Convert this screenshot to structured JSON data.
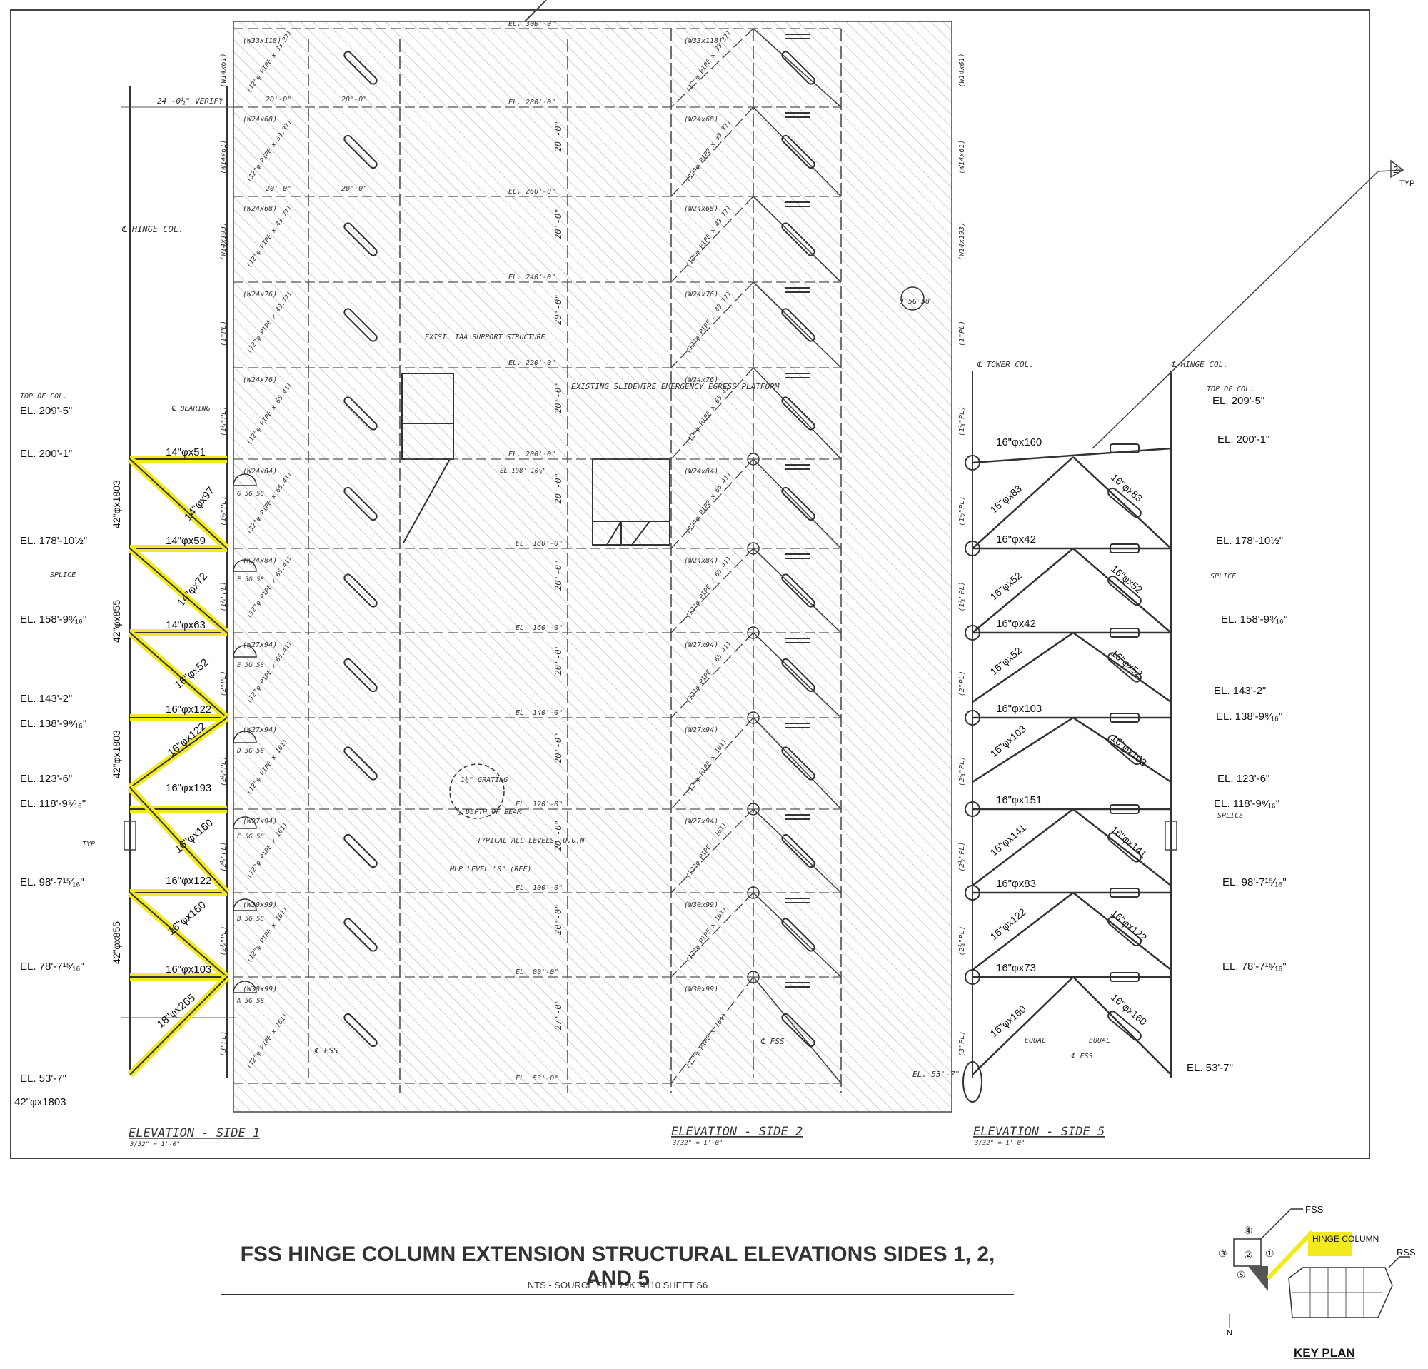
{
  "top_el_labels": [
    "EL. 300'-0\"",
    "EL. 280'-0\"",
    "EL. 260'-0\"",
    "EL. 240'-0\"",
    "EL. 220'-0\"",
    "EL. 200'-0\"",
    "EL. 180'-0\"",
    "EL. 160'-0\"",
    "EL. 140'-0\"",
    "EL. 120'-0\"",
    "EL. 100'-0\"",
    "EL. 80'-0\"",
    "EL. 53'-0\""
  ],
  "side1": {
    "heading": "ELEVATION - SIDE 1",
    "scale": "3/32\" = 1'-0\"",
    "column_label": "℄ HINGE COL.",
    "verify": "24'-0½\" VERIFY",
    "top_of_col": "TOP OF COL.",
    "bearing": "℄ BEARING",
    "splice": "SPLICE",
    "typ": "TYP",
    "elevations": [
      "EL. 209'-5\"",
      "EL. 200'-1\"",
      "EL. 178'-10½\"",
      "EL. 158'-9⁹⁄₁₆\"",
      "EL. 143'-2\"",
      "EL. 138'-9⁹⁄₁₆\"",
      "EL. 123'-6\"",
      "EL. 118'-9⁹⁄₁₆\"",
      "EL. 98'-7¹⁵⁄₁₆\"",
      "EL. 78'-7¹⁵⁄₁₆\"",
      "EL. 53'-7\""
    ],
    "bottom_size": "42\"φx1803",
    "column_sizes": [
      "42\"φx1803",
      "42\"φx855",
      "42\"φx1803",
      "42\"φx855"
    ],
    "horizontals": [
      "14\"φx51",
      "14\"φx59",
      "14\"φx63",
      "16\"φx122",
      "16\"φx193",
      "16\"φx122",
      "16\"φx103"
    ],
    "diagonals": [
      "14\"φx97",
      "14\"φx72",
      "16\"φx52",
      "16\"φx122",
      "16\"φx160",
      "16\"φx160",
      "18\"φx265"
    ]
  },
  "middle": {
    "beams_left": [
      "(W33x118)",
      "(W24x68)",
      "(W24x68)",
      "(W24x76)",
      "(W24x76)",
      "(W24x84)",
      "(W24x84)",
      "(W27x94)",
      "(W27x94)",
      "(W27x94)",
      "(W30x99)",
      "(W30x99)"
    ],
    "pipes_left": [
      "(12\"φ PIPE x 33.37)",
      "(12\"φ PIPE x 33.37)",
      "(12\"φ PIPE x 43.77)",
      "(12\"φ PIPE x 43.77)",
      "(12\"φ PIPE x 65.41)",
      "(12\"φ PIPE x 65.41)",
      "(12\"φ PIPE x 65.41)",
      "(12\"φ PIPE x 65.41)",
      "(12\"φ PIPE x 161)",
      "(12\"φ PIPE x 161)",
      "(12\"φ PIPE x 161)",
      "(12\"φ PIPE x 161)"
    ],
    "plates": [
      "(W14x61)",
      "(W14x61)",
      "(W14x193)",
      "(1\"PL)",
      "(1¼\"PL)",
      "(1½\"PL)",
      "(1¾\"PL)",
      "(2\"PL)",
      "(2¼\"PL)",
      "(2½\"PL)",
      "(2¾\"PL)",
      "(3\"PL)"
    ],
    "spacing": "20'-0\"",
    "bays": [
      "20'-0\"",
      "20'-0\"",
      "20'-0\"",
      "20'-0\"",
      "20'-0\"",
      "20'-0\"",
      "20'-0\"",
      "20'-0\"",
      "20'-0\"",
      "20'-0\"",
      "27'-0\""
    ],
    "refs": [
      "G 5G 58",
      "F 5G 58",
      "E 5G 58",
      "D 5G 58",
      "C 5G 58",
      "B 5G 58",
      "A 5G 58"
    ],
    "note_iaa": "EXIST. IAA SUPPORT STRUCTURE",
    "note_slidewire": "EXISTING SLIDEWIRE EMERGENCY EGRESS PLATFORM",
    "note_grating": "1¼\" GRATING",
    "note_depth": "½ DEPTH OF BEAM",
    "note_typical": "TYPICAL ALL LEVELS, U.O.N",
    "note_mlp": "MLP LEVEL \"0\" (REF)",
    "el_195": "EL 198'-10⅞\"",
    "fss": "℄ FSS",
    "ref_j": "J 5G 58",
    "side2_heading": "ELEVATION - SIDE 2",
    "side2_scale": "3/32\" = 1'-0\""
  },
  "side5": {
    "heading": "ELEVATION - SIDE 5",
    "scale": "3/32\" = 1'-0\"",
    "tower_col": "℄ TOWER COL.",
    "hinge_col": "℄ HINGE COL.",
    "top_of_col": "TOP OF COL.",
    "splice": "SPLICE",
    "equal": "EQUAL",
    "fss": "℄ FSS",
    "el_53": "EL. 53'-7\"",
    "elevations": [
      "EL. 209'-5\"",
      "EL. 200'-1\"",
      "EL. 178'-10½\"",
      "EL. 158'-9⁹⁄₁₆\"",
      "EL. 143'-2\"",
      "EL. 138'-9⁹⁄₁₆\"",
      "EL. 123'-6\"",
      "EL. 118'-9⁹⁄₁₆\"",
      "EL. 98'-7¹⁵⁄₁₆\"",
      "EL. 78'-7¹⁵⁄₁₆\"",
      "EL. 53'-7\""
    ],
    "horizontals": [
      "16\"φx160",
      "16\"φx42",
      "16\"φx42",
      "16\"φx103",
      "16\"φx151",
      "16\"φx83",
      "16\"φx73"
    ],
    "left_diagonals": [
      "16\"φx83",
      "16\"φx52",
      "16\"φx52",
      "16\"φx103",
      "16\"φx141",
      "16\"φx122",
      "16\"φx160"
    ],
    "right_diagonals": [
      "16\"φx83",
      "16\"φx52",
      "16\"φx52",
      "16\"φx103",
      "16\"φx141",
      "16\"φx122",
      "16\"φx160"
    ]
  },
  "callout": {
    "number": "2",
    "typ": "TYP"
  },
  "title": "FSS HINGE COLUMN EXTENSION STRUCTURAL ELEVATIONS SIDES 1, 2, AND 5",
  "subtitle": "NTS - SOURCE FILE 79K14110 SHEET S6",
  "key_plan": {
    "heading": "KEY PLAN",
    "fss": "FSS",
    "rss": "RSS",
    "hinge_column": "HINGE COLUMN",
    "north": "N",
    "sides": [
      "①",
      "②",
      "③",
      "④",
      "⑤"
    ]
  },
  "colors": {
    "highlight": "#f2ea1c",
    "line": "#333333",
    "hatch": "#b8b8b8"
  }
}
